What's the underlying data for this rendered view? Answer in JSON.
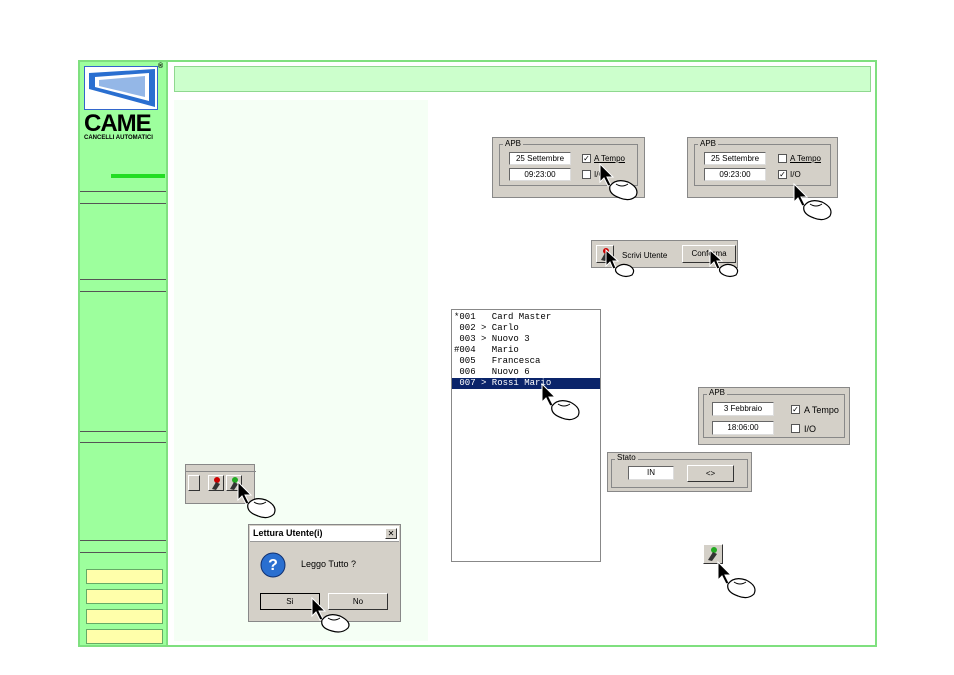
{
  "logo": {
    "brand": "CAME",
    "tagline": "CANCELLI AUTOMATICI",
    "reg": "®"
  },
  "apb1": {
    "title": "APB",
    "date": "25 Settembre",
    "time": "09:23:00",
    "chk_tempo": "A Tempo",
    "chk_io": "I/O",
    "tempo_checked": "✓"
  },
  "apb2": {
    "title": "APB",
    "date": "25 Settembre",
    "time": "09:23:00",
    "chk_tempo": "A Tempo",
    "chk_io": "I/O",
    "io_checked": "✓"
  },
  "toolbar_write": {
    "label": "Scrivi Utente",
    "confirm": "Conferma"
  },
  "user_list": [
    "*001   Card Master",
    " 002 > Carlo",
    " 003 > Nuovo 3",
    "#004   Mario",
    " 005   Francesca",
    " 006   Nuovo 6",
    " 007 > Rossi Mario"
  ],
  "apb3": {
    "title": "APB",
    "date": "3 Febbraio",
    "time": "18:06:00",
    "chk_tempo": "A Tempo",
    "chk_io": "I/O",
    "tempo_checked": "✓"
  },
  "stato": {
    "title": "Stato",
    "value": "IN",
    "button": "<>"
  },
  "dialog": {
    "title": "Lettura Utente(i)",
    "message": "Leggo Tutto ?",
    "yes": "Sì",
    "no": "No",
    "close": "✕"
  },
  "icons": {
    "mouse": "mouse-icon",
    "user_write": "user-write-icon",
    "question": "question-icon"
  },
  "colors": {
    "sidebar": "#9dff9d",
    "header": "#ccffcc",
    "frame": "#7fe07f",
    "selection": "#0a246a",
    "buttons": "#ffffaa"
  }
}
